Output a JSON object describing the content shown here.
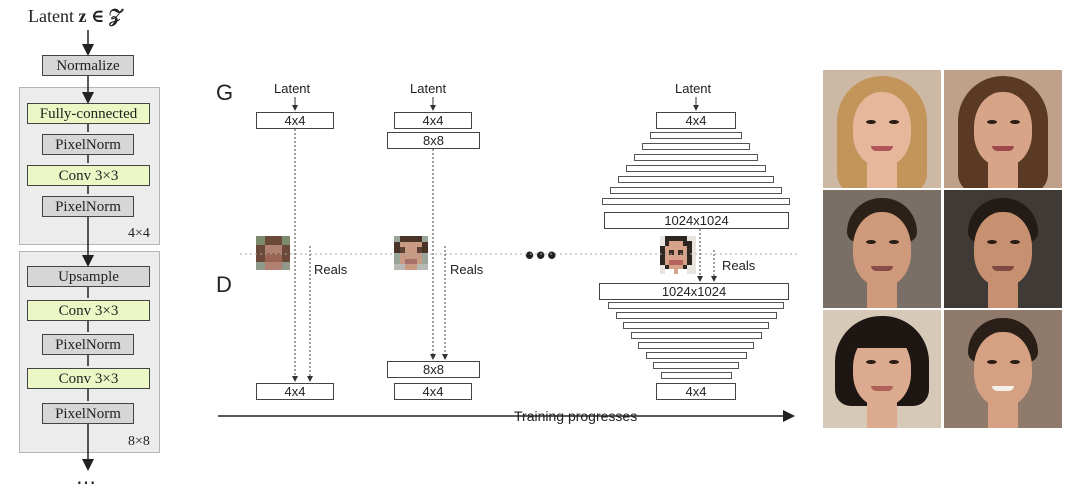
{
  "architecture": {
    "latent_label": "Latent",
    "latent_math": "z ∈ 𝒵",
    "normalize": "Normalize",
    "block1": {
      "layers": [
        "Fully-connected",
        "PixelNorm",
        "Conv 3×3",
        "PixelNorm"
      ],
      "size": "4×4"
    },
    "block2": {
      "layers": [
        "Upsample",
        "Conv 3×3",
        "PixelNorm",
        "Conv 3×3",
        "PixelNorm"
      ],
      "size": "8×8"
    },
    "ellipsis": "⋯"
  },
  "progression": {
    "g_label": "G",
    "d_label": "D",
    "latent": "Latent",
    "reals": "Reals",
    "dots": "•••",
    "stage1": {
      "g_blocks": [
        "4x4"
      ],
      "d_blocks": [
        "4x4"
      ]
    },
    "stage2": {
      "g_blocks": [
        "4x4",
        "8x8"
      ],
      "d_blocks": [
        "8x8",
        "4x4"
      ]
    },
    "stage3": {
      "g_top": "4x4",
      "g_bottom": "1024x1024",
      "d_top": "1024x1024",
      "d_bottom": "4x4"
    },
    "axis_label": "Training progresses"
  },
  "colors": {
    "gray_box": "#d6d6d6",
    "green_box": "#ecf7c6",
    "group_bg": "#ececec"
  },
  "icons": [
    "arrow-down-icon",
    "arrow-right-icon",
    "face-thumbnail-icon"
  ]
}
